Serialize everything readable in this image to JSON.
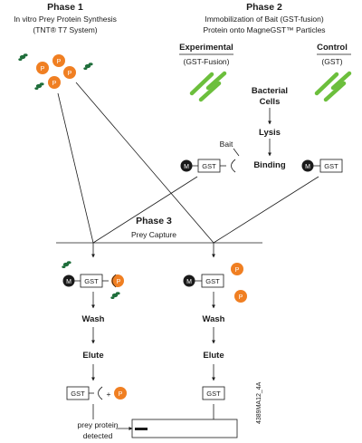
{
  "phase1": {
    "title": "Phase 1",
    "line1": "In vitro Prey Protein Synthesis",
    "line2": "(TNT® T7 System)"
  },
  "phase2": {
    "title": "Phase 2",
    "line1": "Immobilization of Bait (GST-fusion)",
    "line2": "Protein onto MagneGST™ Particles"
  },
  "experimental": {
    "title": "Experimental",
    "sub": "(GST-Fusion)"
  },
  "control": {
    "title": "Control",
    "sub": "(GST)"
  },
  "bacterial_steps": [
    "Bacterial",
    "Cells",
    "Lysis",
    "Binding"
  ],
  "phase3": {
    "title": "Phase 3",
    "sub": "Prey Capture"
  },
  "labels": {
    "bait": "Bait",
    "gst": "GST",
    "m": "M",
    "p": "P",
    "plus": "+",
    "wash": "Wash",
    "elute": "Elute",
    "prey_line1": "prey protein",
    "prey_line2": "detected",
    "figure_code": "4389MA12_4A"
  },
  "colors": {
    "orange": "#f07f22",
    "green": "#6cbf3c",
    "dark_green": "#1f6e3b",
    "black": "#1a1a1a"
  },
  "icons": [
    "prey-protein-icon",
    "bacteria-icon",
    "magnetic-particle-icon",
    "gst-tag-icon",
    "transcription-factor-icon"
  ]
}
